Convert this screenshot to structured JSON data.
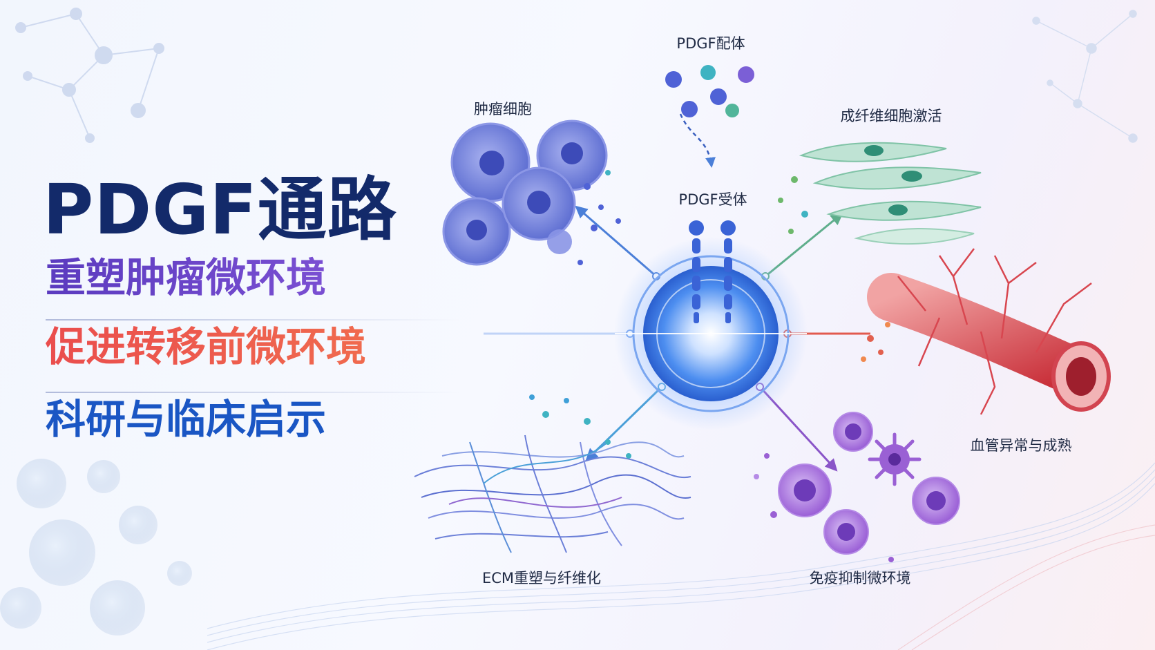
{
  "title": "PDGF通路",
  "subtitles": [
    "重塑肿瘤微环境",
    "促进转移前微环境",
    "科研与临床启示"
  ],
  "diagram": {
    "center_ligand_label": "PDGF配体",
    "center_receptor_label": "PDGF受体",
    "nodes": [
      {
        "id": "tumor",
        "label": "肿瘤细胞",
        "color": "#6a78d6"
      },
      {
        "id": "fibroblast",
        "label": "成纤维细胞激活",
        "color": "#6dbb9c"
      },
      {
        "id": "vessel",
        "label": "血管异常与成熟",
        "color": "#e0484d"
      },
      {
        "id": "immune",
        "label": "免疫抑制微环境",
        "color": "#9a60d4"
      },
      {
        "id": "ecm",
        "label": "ECM重塑与纤维化",
        "color": "#5b7fd8"
      }
    ]
  },
  "colors": {
    "title": "#132a6a",
    "subtitle_purple": "#5b3bbf",
    "subtitle_red": "#ea4d4d",
    "subtitle_blue": "#1a56c4",
    "hub": "#3b78e8"
  }
}
